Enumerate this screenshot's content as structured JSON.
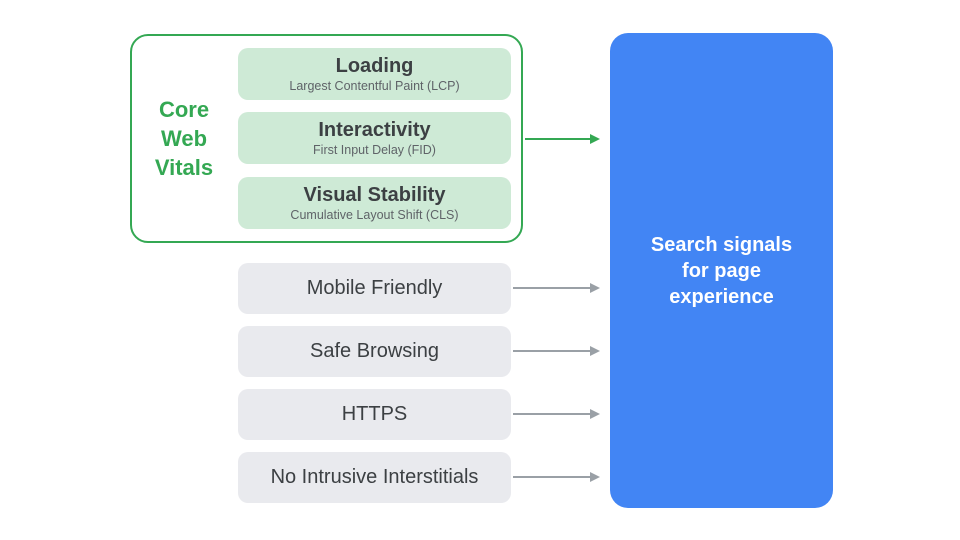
{
  "colors": {
    "green": "#34A853",
    "green_light": "#CEEAD6",
    "blue": "#4285F4",
    "gray_pill": "#E9EAEE",
    "gray_arrow": "#9AA0A6",
    "text_dark": "#3C4043",
    "text_sub": "#5F6368",
    "white": "#FFFFFF"
  },
  "core_web_vitals": {
    "label_lines": [
      "Core",
      "Web",
      "Vitals"
    ],
    "items": [
      {
        "title": "Loading",
        "subtitle": "Largest Contentful Paint (LCP)"
      },
      {
        "title": "Interactivity",
        "subtitle": "First Input Delay (FID)"
      },
      {
        "title": "Visual Stability",
        "subtitle": "Cumulative Layout Shift (CLS)"
      }
    ]
  },
  "other_signals": [
    {
      "label": "Mobile Friendly"
    },
    {
      "label": "Safe Browsing"
    },
    {
      "label": "HTTPS"
    },
    {
      "label": "No Intrusive Interstitials"
    }
  ],
  "target": {
    "lines": [
      "Search signals",
      "for page",
      "experience"
    ]
  }
}
